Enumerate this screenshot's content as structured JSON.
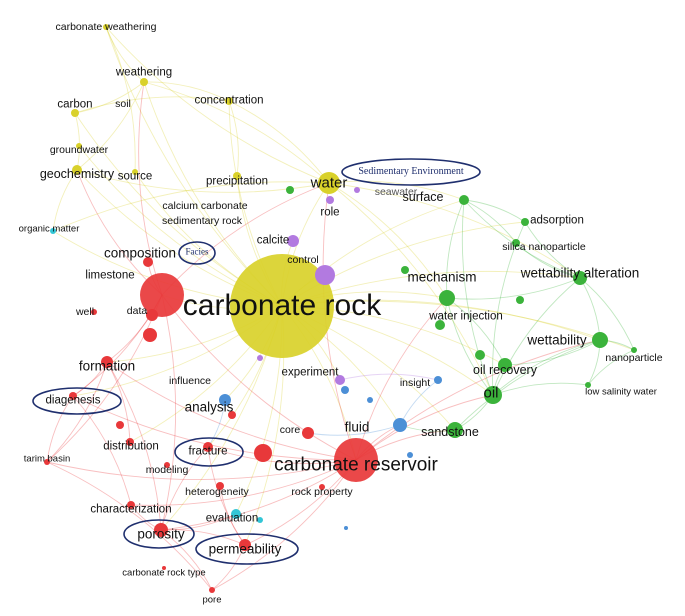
{
  "colors": {
    "yellow": "#d9d12a",
    "green": "#3bb33b",
    "red": "#e8383a",
    "blue": "#4c8fd6",
    "purple": "#b27ae0",
    "cyan": "#33c6d6",
    "highlight": "#1f2f6e"
  },
  "nodes": {
    "carbonate_weathering": "carbonate weathering",
    "weathering": "weathering",
    "carbon": "carbon",
    "soil": "soil",
    "concentration": "concentration",
    "groundwater": "groundwater",
    "geochemistry": "geochemistry",
    "source": "source",
    "precipitation": "precipitation",
    "water": "water",
    "seawater": "seawater",
    "surface": "surface",
    "calcium_carbonate": "calcium carbonate",
    "sedimentary_rock": "sedimentary rock",
    "role": "role",
    "organic_matter": "organic matter",
    "adsorption": "adsorption",
    "silica_nanoparticle": "silica nanoparticle",
    "composition": "composition",
    "calcite": "calcite",
    "control": "control",
    "limestone": "limestone",
    "mechanism": "mechanism",
    "wettability_alteration": "wettability alteration",
    "carbonate_rock": "carbonate rock",
    "well": "well",
    "data": "data",
    "water_injection": "water injection",
    "wettability": "wettability",
    "nanoparticle": "nanoparticle",
    "formation": "formation",
    "experiment": "experiment",
    "oil_recovery": "oil recovery",
    "influence": "influence",
    "insight": "insight",
    "low_salinity_water": "low salinity water",
    "oil": "oil",
    "diagenesis": "diagenesis",
    "analysis": "analysis",
    "fluid": "fluid",
    "core": "core",
    "sandstone": "sandstone",
    "tarim_basin": "tarim basin",
    "distribution": "distribution",
    "fracture": "fracture",
    "carbonate_reservoir": "carbonate reservoir",
    "modeling": "modeling",
    "heterogeneity": "heterogeneity",
    "rock_property": "rock property",
    "characterization": "characterization",
    "evaluation": "evaluation",
    "porosity": "porosity",
    "permeability": "permeability",
    "carbonate_rock_type": "carbonate rock type",
    "pore": "pore"
  },
  "annotations": {
    "sedimentary_environment": "Sedimentary Environment",
    "facies": "Facies"
  }
}
